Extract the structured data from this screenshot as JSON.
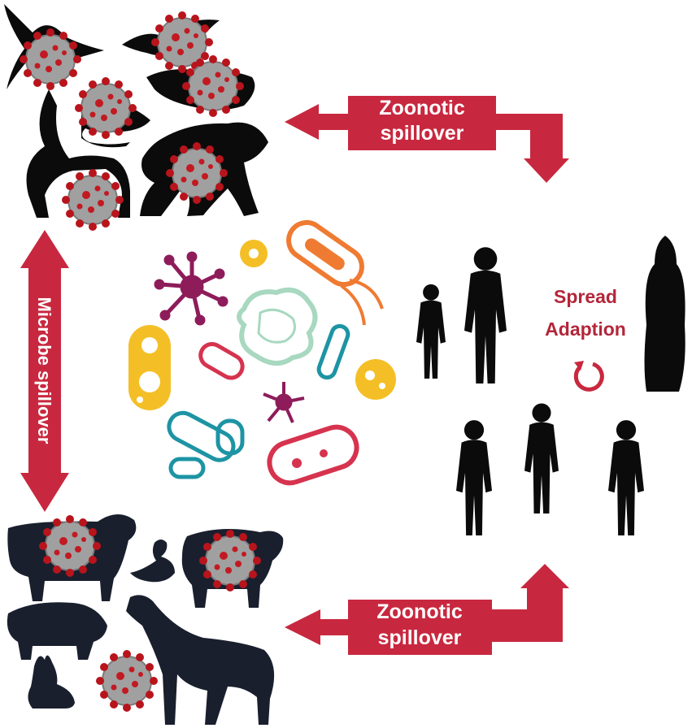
{
  "labels": {
    "top_arrow_line1": "Zoonotic",
    "top_arrow_line2": "spillover",
    "bottom_arrow_line1": "Zoonotic",
    "bottom_arrow_line2": "spillover",
    "vertical_arrow": "Microbe spillover",
    "spread": "Spread",
    "adaption": "Adaption"
  },
  "colors": {
    "arrow_red": "#c8283f",
    "silhouette": "#0b0b0b",
    "livestock": "#1a1f2e",
    "virus_grey": "#9a9a9a",
    "virus_red": "#b8141c",
    "microbe_purple": "#8e1c5a",
    "microbe_yellow": "#f4bf26",
    "microbe_orange": "#ef7b33",
    "microbe_mint": "#a8d8c0",
    "microbe_teal": "#1d94a4",
    "microbe_red": "#d6334e"
  },
  "icons": [
    "bird-icon",
    "bat-icon",
    "rat-icon",
    "monkey-icon",
    "ape-icon",
    "cow-icon",
    "duck-icon",
    "sheep-icon",
    "pig-icon",
    "horse-icon",
    "rabbit-icon",
    "virus-icon",
    "microbe-icon",
    "person-icon",
    "refresh-icon"
  ]
}
